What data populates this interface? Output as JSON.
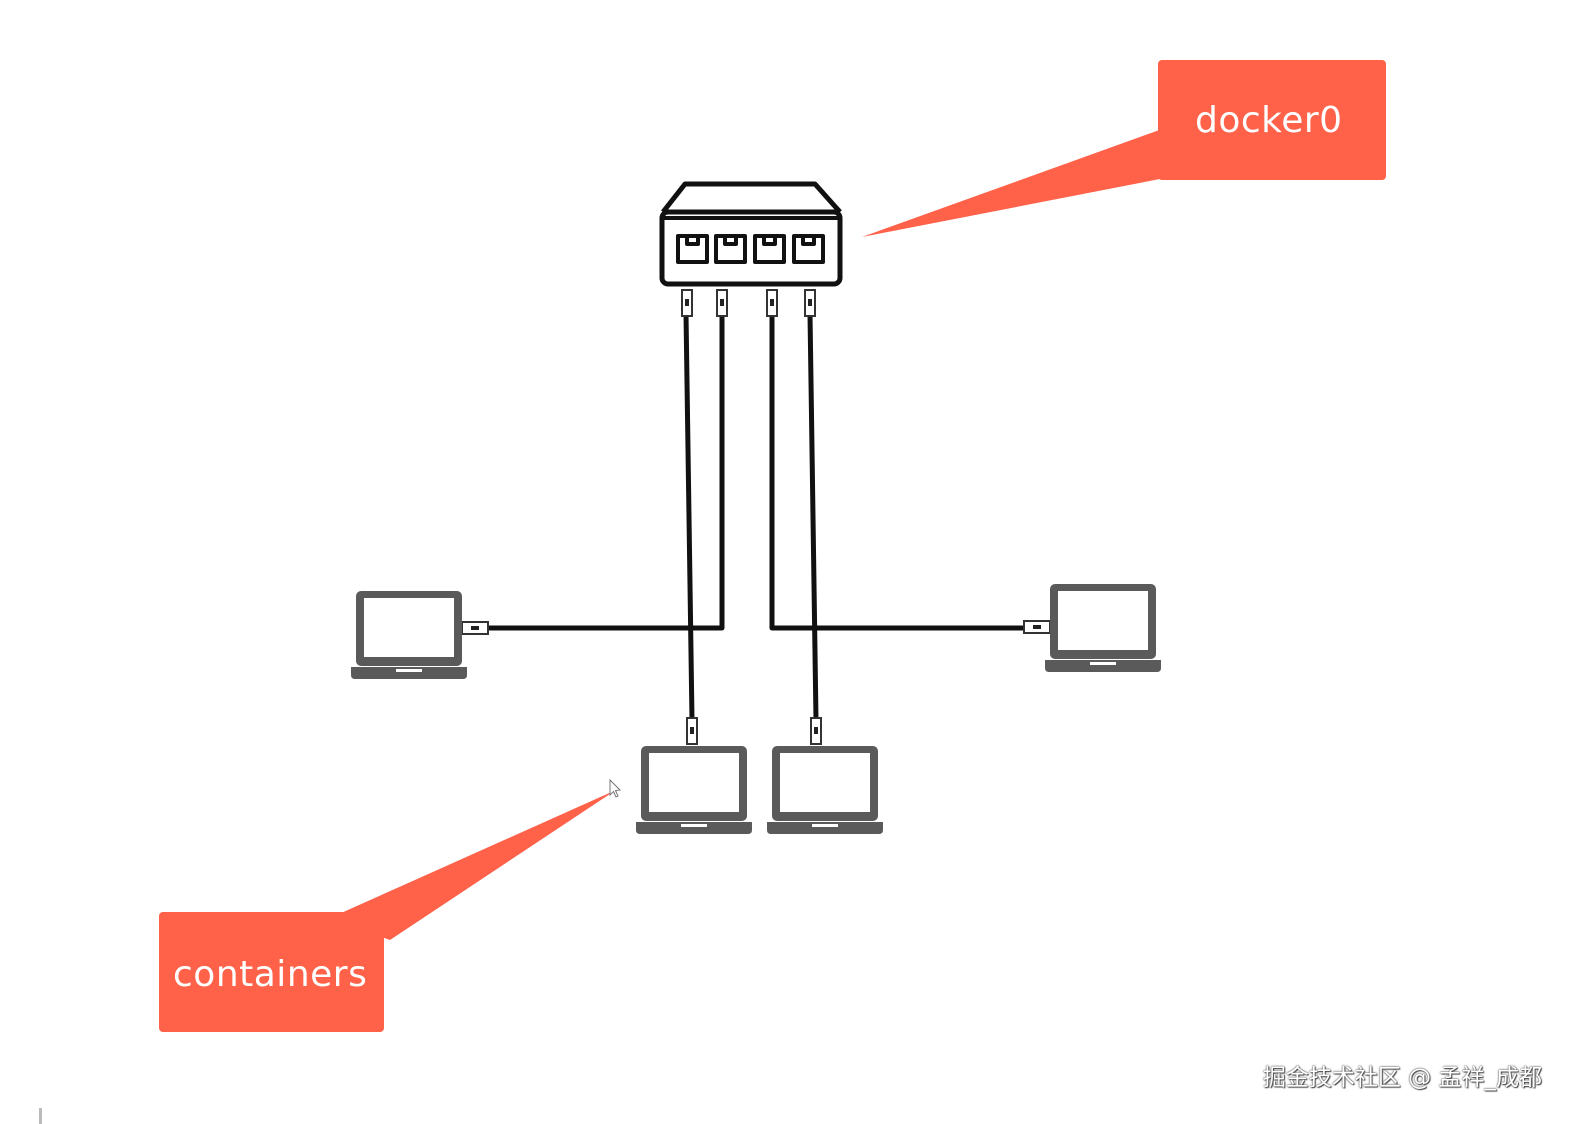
{
  "diagram": {
    "bridge_label": "docker0",
    "containers_label": "containers",
    "accent_color": "#ff6149",
    "icons": {
      "switch": "network-switch-icon",
      "host": "laptop-icon"
    }
  },
  "watermark": "掘金技术社区 @ 孟祥_成都"
}
